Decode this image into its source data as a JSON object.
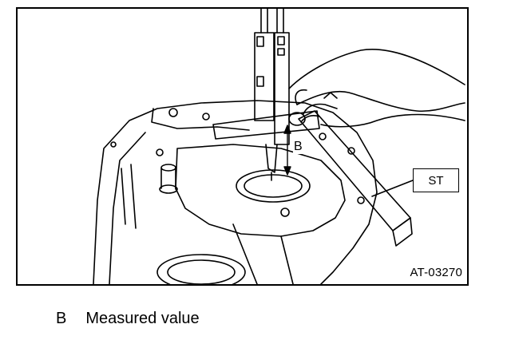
{
  "figure": {
    "id_label": "AT-03270",
    "callouts": {
      "st": "ST",
      "b": "B"
    }
  },
  "legend": [
    {
      "key": "B",
      "text": "Measured value"
    }
  ]
}
